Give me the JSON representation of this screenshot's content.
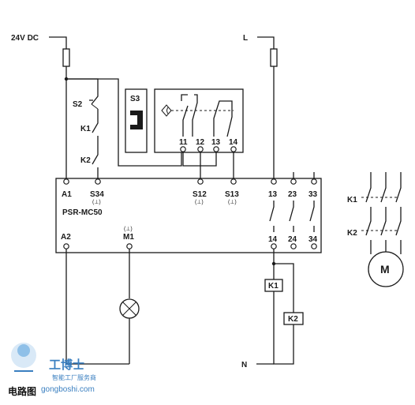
{
  "supply": {
    "dc_label": "24V DC",
    "line_label": "L",
    "neutral_label": "N"
  },
  "switches": {
    "s2": "S2",
    "k1": "K1",
    "k2": "K2",
    "s3": "S3"
  },
  "sensor_terminals": [
    "11",
    "12",
    "13",
    "14"
  ],
  "module": {
    "name": "PSR-MC50",
    "top_terminals": {
      "a1": "A1",
      "s34": "S34",
      "s12": "S12",
      "s13": "S13",
      "c13": "13",
      "c23": "23",
      "c33": "33"
    },
    "bottom_terminals": {
      "a2": "A2",
      "m1": "M1",
      "c14": "14",
      "c24": "24",
      "c34": "34"
    },
    "marker": "(⊥)"
  },
  "coils": {
    "k1": "K1",
    "k2": "K2"
  },
  "motor": {
    "k1": "K1",
    "k2": "K2",
    "label": "M"
  },
  "watermark": {
    "chinese": "工博士",
    "sub": "智能工厂服务商",
    "url": "gongboshi.com",
    "corner": "电路图"
  },
  "colors": {
    "line": "#1a1a1a",
    "watermark": "#3a7fc0"
  }
}
